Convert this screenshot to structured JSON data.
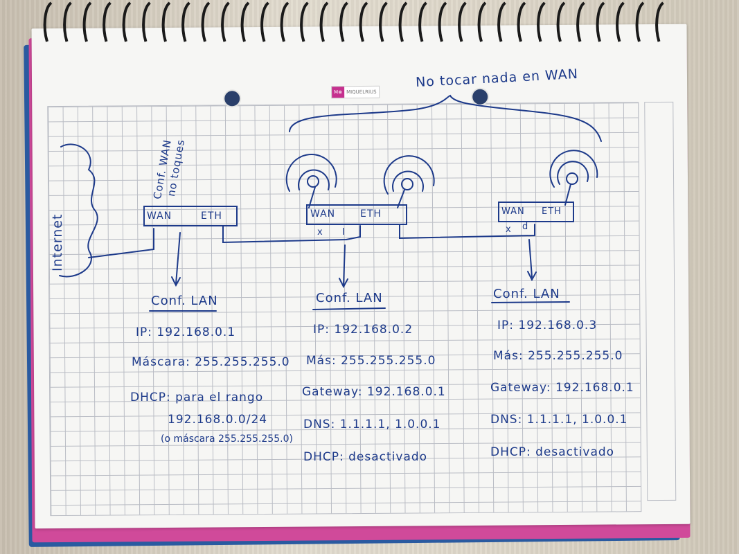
{
  "header_note": "No tocar nada en WAN",
  "brand": "MIQUELRIUS",
  "brand_logo": "M⊗",
  "internet_label": "Internet",
  "router1_note_line1": "Conf. WAN",
  "router1_note_line2": "no toques",
  "routers": [
    {
      "wan": "WAN",
      "eth": "ETH",
      "config_title": "Conf. LAN",
      "ip": "IP: 192.168.0.1",
      "mask": "Máscara: 255.255.255.0",
      "dhcp_line1": "DHCP: para el rango",
      "dhcp_line2": "192.168.0.0/24",
      "dhcp_line3": "(o máscara 255.255.255.0)"
    },
    {
      "wan": "WAN",
      "eth": "ETH",
      "port_marks": [
        "x",
        "I"
      ],
      "config_title": "Conf. LAN",
      "ip": "IP: 192.168.0.2",
      "mask": "Más: 255.255.255.0",
      "gateway": "Gateway: 192.168.0.1",
      "dns": "DNS: 1.1.1.1, 1.0.0.1",
      "dhcp": "DHCP: desactivado"
    },
    {
      "wan": "WAN",
      "eth": "ETH",
      "port_marks": [
        "x",
        "d"
      ],
      "config_title": "Conf. LAN",
      "ip": "IP: 192.168.0.3",
      "mask": "Más: 255.255.255.0",
      "gateway": "Gateway: 192.168.0.1",
      "dns": "DNS: 1.1.1.1, 1.0.0.1",
      "dhcp": "DHCP: desactivado"
    }
  ],
  "colors": {
    "ink": "#1d3a8a",
    "grid": "#b9bcc4",
    "pink_edge": "#d04a9a",
    "blue_edge": "#2a5aa0"
  }
}
